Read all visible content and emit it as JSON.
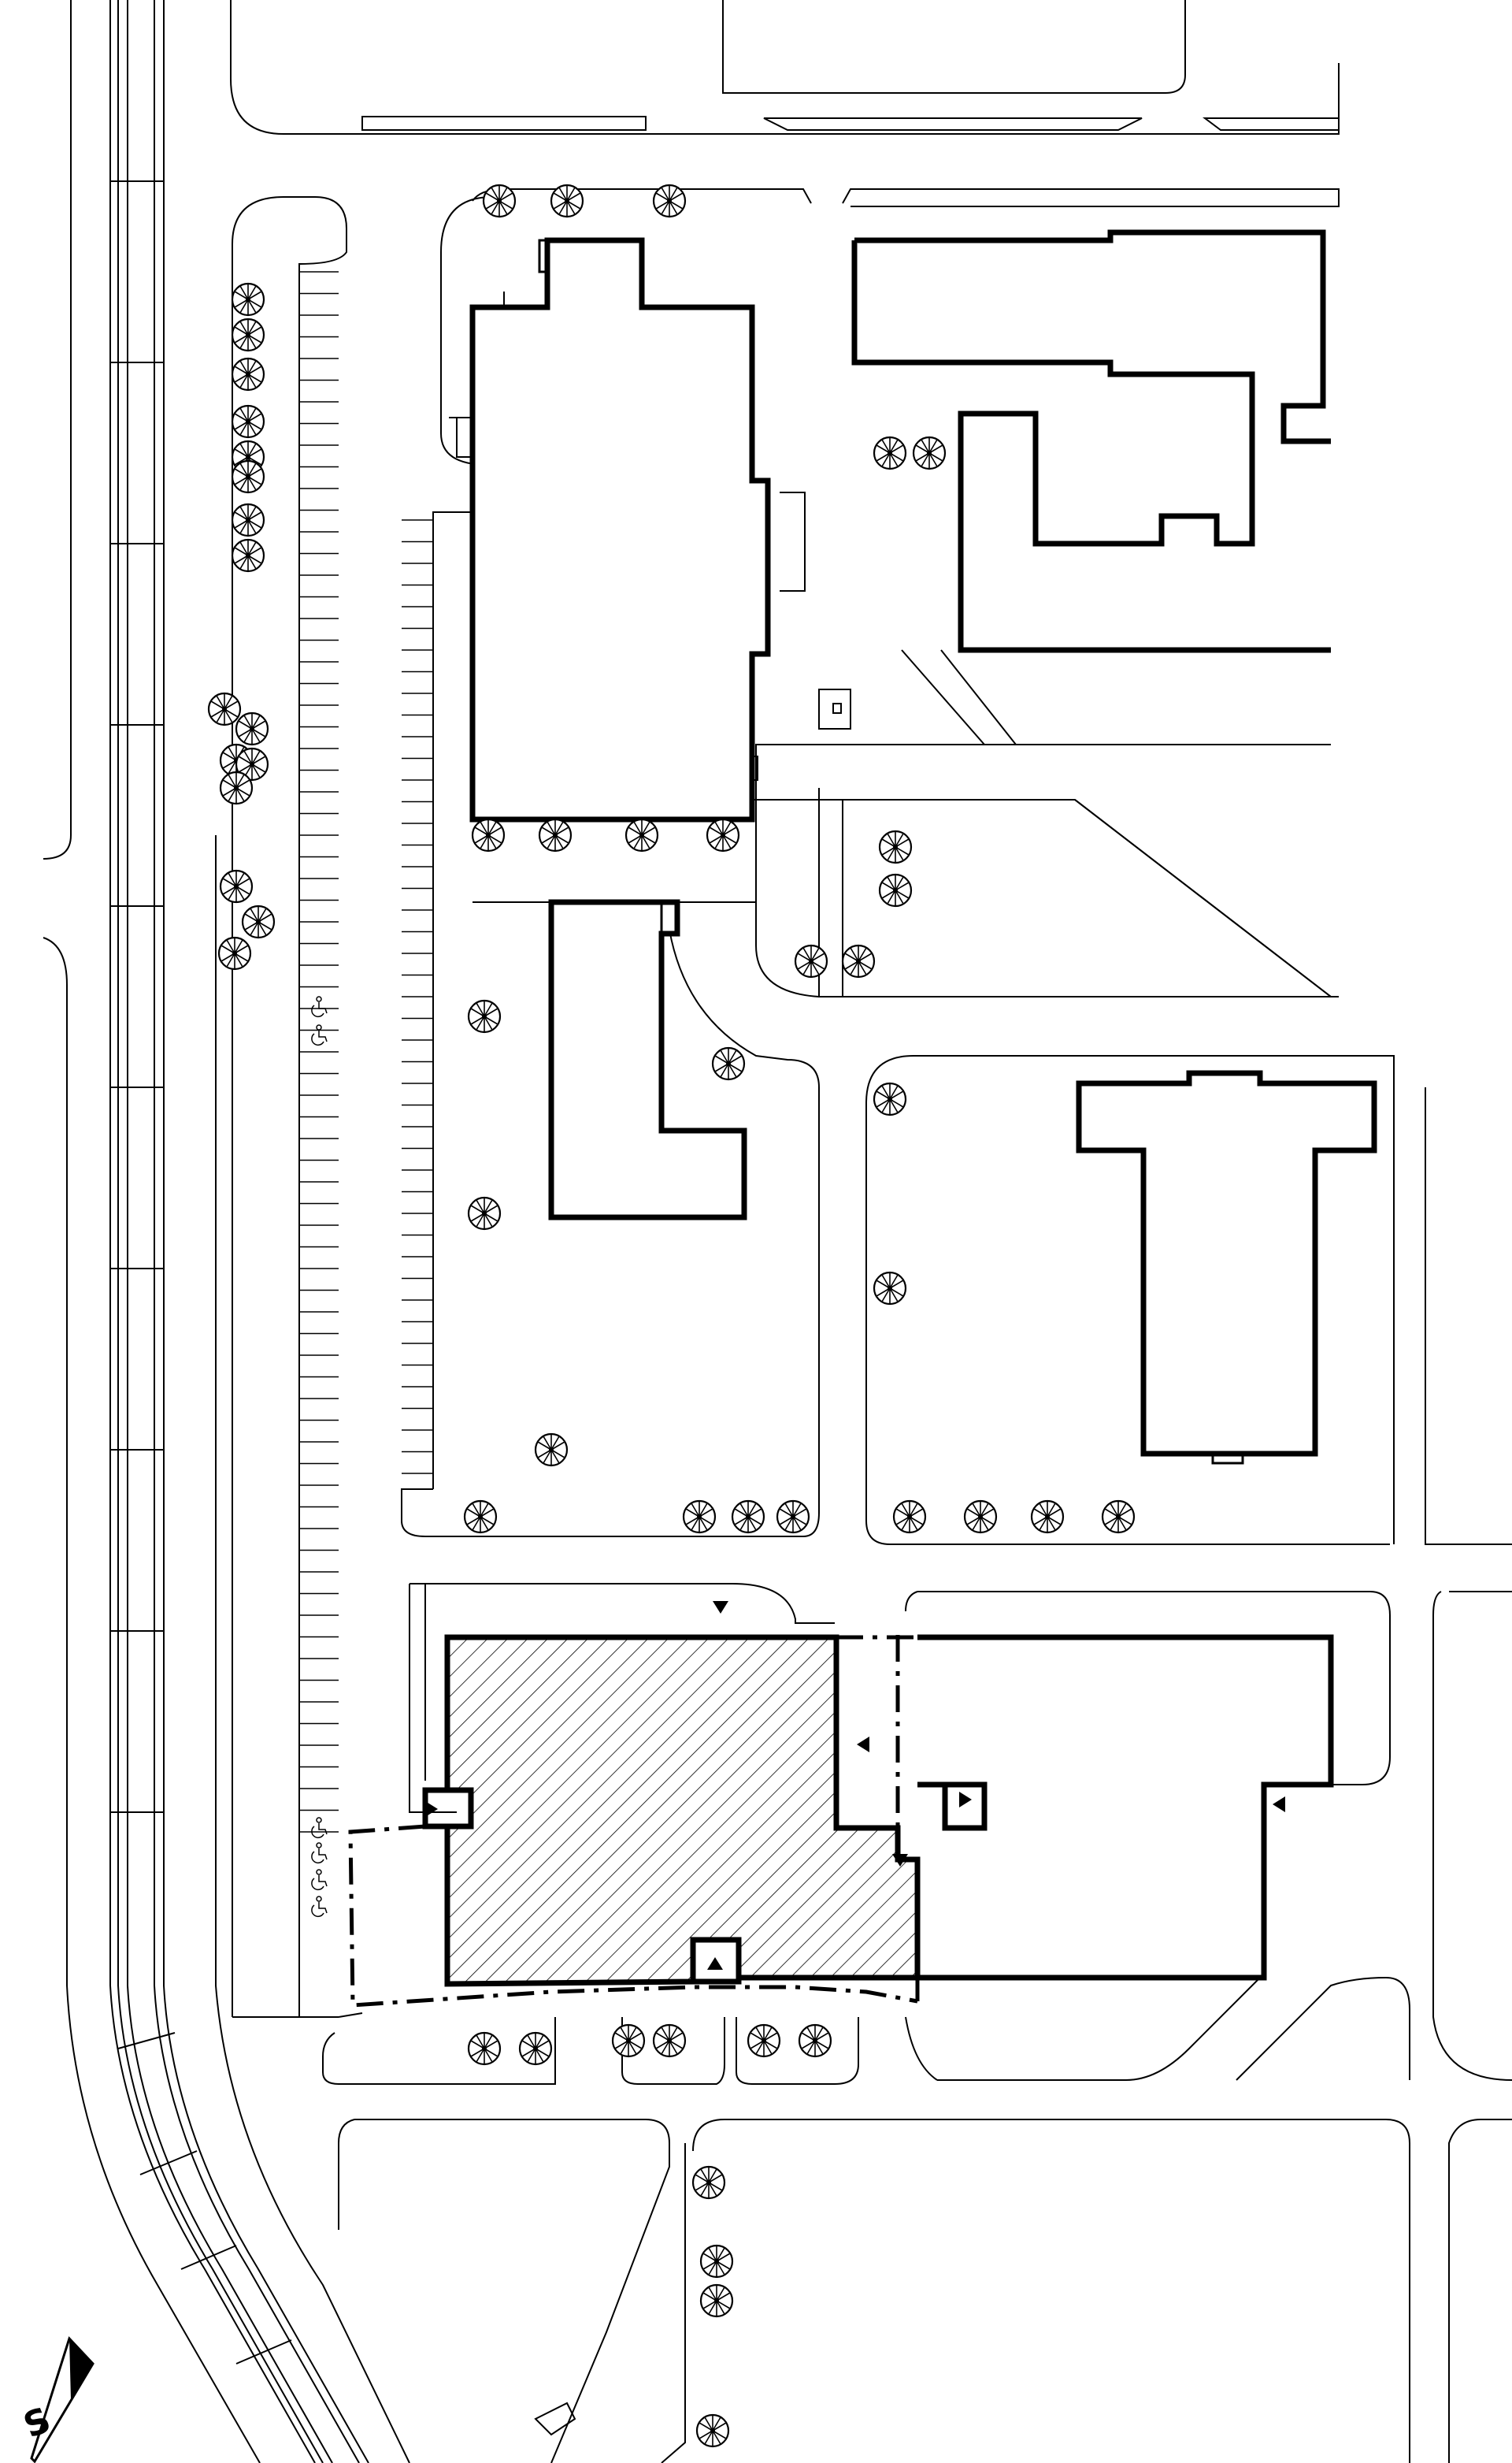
{
  "compass": {
    "label": "S",
    "icon": "north-arrow-icon"
  },
  "legend": {
    "target_building_fill": "hatched",
    "site_boundary_style": "dash-dot"
  },
  "colors": {
    "ink": "#000000",
    "paper": "#ffffff"
  }
}
